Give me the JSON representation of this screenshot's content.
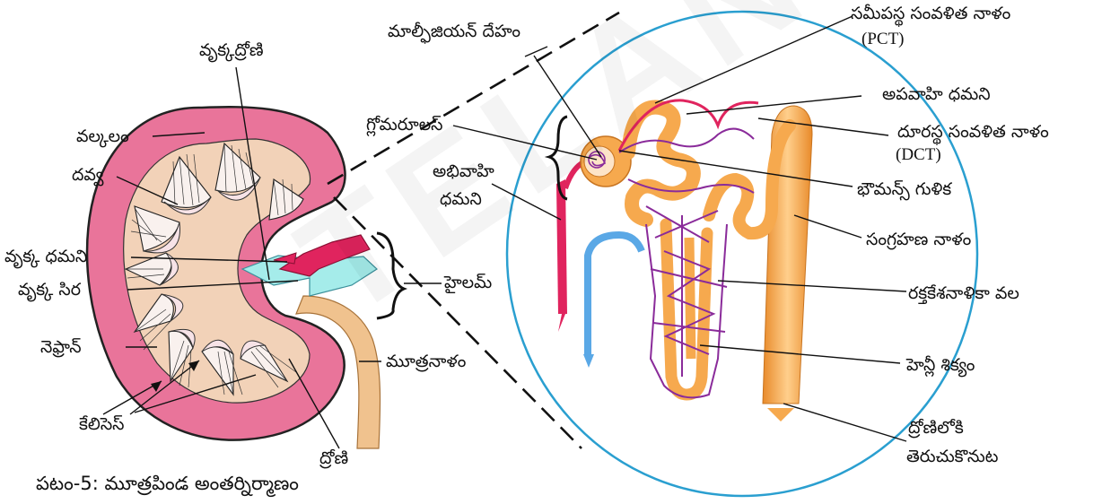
{
  "labels": {
    "renal_pelvis_top": "వృక్కద్రోణి",
    "cortex": "వల్కలం",
    "medulla": "దవ్వ",
    "renal_artery": "వృక్క ధమని",
    "renal_vein": "వృక్క సిర",
    "nephron": "నెఫ్రాన్",
    "calyces": "కేలిసెస్",
    "pelvis": "ద్రోణి",
    "hilum": "హైలమ్",
    "ureter": "మూత్రనాళం",
    "malpighian_body": "మాల్ఫీజియన్ దేహం",
    "glomerulus": "గ్లోమరూలస్",
    "afferent_1": "అభివాహి",
    "afferent_2": "ధమని",
    "pct": "సమీపస్థ సంవళిత నాళం",
    "pct_abbr": "(PCT)",
    "efferent": "అపవాహి ధమని",
    "dct": "దూరస్థ సంవళిత నాళం",
    "dct_abbr": "(DCT)",
    "bowmans": "భౌమన్స్ గుళిక",
    "collecting_duct": "సంగ్రహణ నాళం",
    "capillary_network": "రక్తకేశనాళికా వల",
    "henle": "హెన్లీ శిక్యం",
    "opens_1": "ద్రోణిలోకి",
    "opens_2": "తెరుచుకొనుట"
  },
  "caption": "పటం-5: మూత్రపిండ అంతర్నిర్మాణం",
  "watermark": "TELANGANA",
  "colors": {
    "cortex": "#e9749a",
    "medulla": "#f2d2b8",
    "pyramid_tip": "#f7e3e7",
    "artery": "#e0245e",
    "vein_hilum": "#a5ecea",
    "tubule": "#f6a94e",
    "vein_blue": "#5aa8e6",
    "capillary_purple": "#8a2b9a",
    "oval": "#2a9fd0"
  }
}
